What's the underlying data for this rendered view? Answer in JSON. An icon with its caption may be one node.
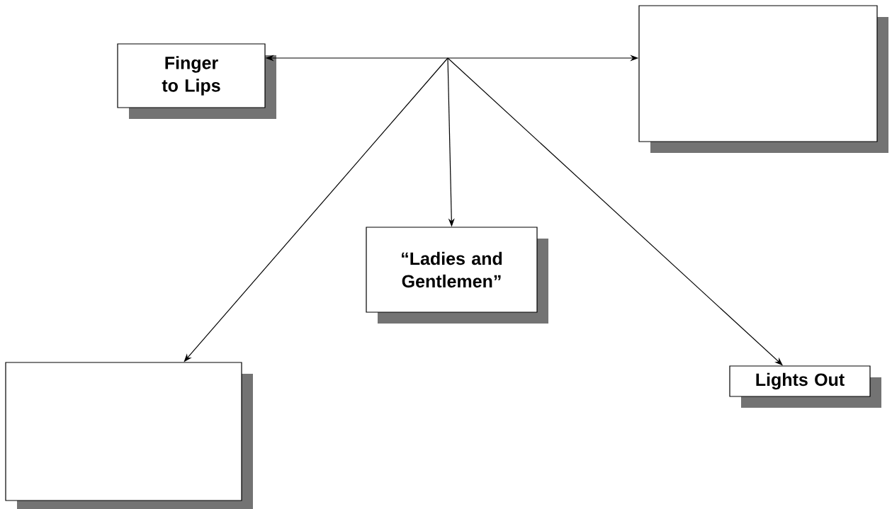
{
  "diagram": {
    "nodes": [
      {
        "text": [
          "Finger to Lips"
        ]
      },
      {
        "text": [],
        "shape": "box"
      },
      {
        "text": [
          "“Ladies and Gentlemen”"
        ]
      },
      {
        "text": [],
        "shape": "box"
      },
      {
        "text": [
          "Lights Out"
        ]
      }
    ],
    "edges": [
      {
        "from": null,
        "to": 0,
        "arrow": "to"
      },
      {
        "from": null,
        "to": 1,
        "arrow": "to"
      },
      {
        "from": null,
        "to": 2,
        "arrow": "to"
      },
      {
        "from": null,
        "to": 3,
        "arrow": "to"
      },
      {
        "from": null,
        "to": 4,
        "arrow": "to"
      }
    ]
  }
}
